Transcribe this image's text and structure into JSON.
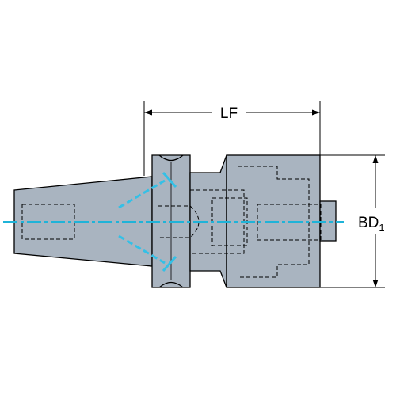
{
  "drawing": {
    "colors": {
      "body_fill": "#a9b4c0",
      "outline": "#000000",
      "hidden_lines": "#000000",
      "centerline": "#1fb3d8",
      "coolant_channel": "#34c0e6",
      "background": "#ffffff"
    },
    "dimensions": {
      "length": {
        "label": "LF"
      },
      "diameter": {
        "label": "BD",
        "subscript": "1"
      }
    }
  }
}
